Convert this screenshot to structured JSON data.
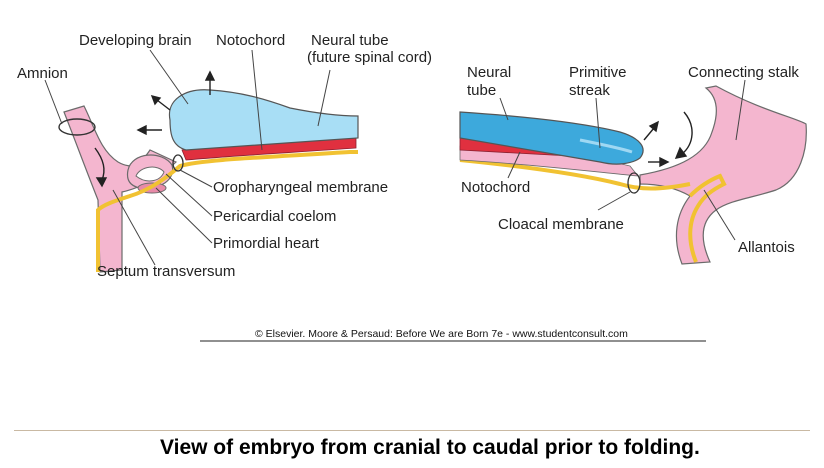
{
  "left_panel": {
    "labels": {
      "amnion": "Amnion",
      "developing_brain": "Developing brain",
      "notochord": "Notochord",
      "neural_tube_line1": "Neural tube",
      "neural_tube_line2": "(future spinal cord)",
      "oropharyngeal_membrane": "Oropharyngeal membrane",
      "pericardial_coelom": "Pericardial coelom",
      "primordial_heart": "Primordial heart",
      "septum_transversum": "Septum transversum"
    }
  },
  "right_panel": {
    "labels": {
      "neural_tube_line1": "Neural",
      "neural_tube_line2": "tube",
      "primitive_streak_line1": "Primitive",
      "primitive_streak_line2": "streak",
      "connecting_stalk": "Connecting stalk",
      "notochord": "Notochord",
      "cloacal_membrane": "Cloacal membrane",
      "allantois": "Allantois"
    }
  },
  "credit": "© Elsevier. Moore & Persaud: Before We are Born 7e - www.studentconsult.com",
  "caption": "View of embryo from cranial to caudal prior to folding.",
  "colors": {
    "neural_tube": "#7fcfee",
    "neural_tube_dark": "#3da9dc",
    "notochord": "#e0303f",
    "endoderm": "#f1c232",
    "mesoderm_pink": "#f4b6cf",
    "outline": "#555555"
  }
}
